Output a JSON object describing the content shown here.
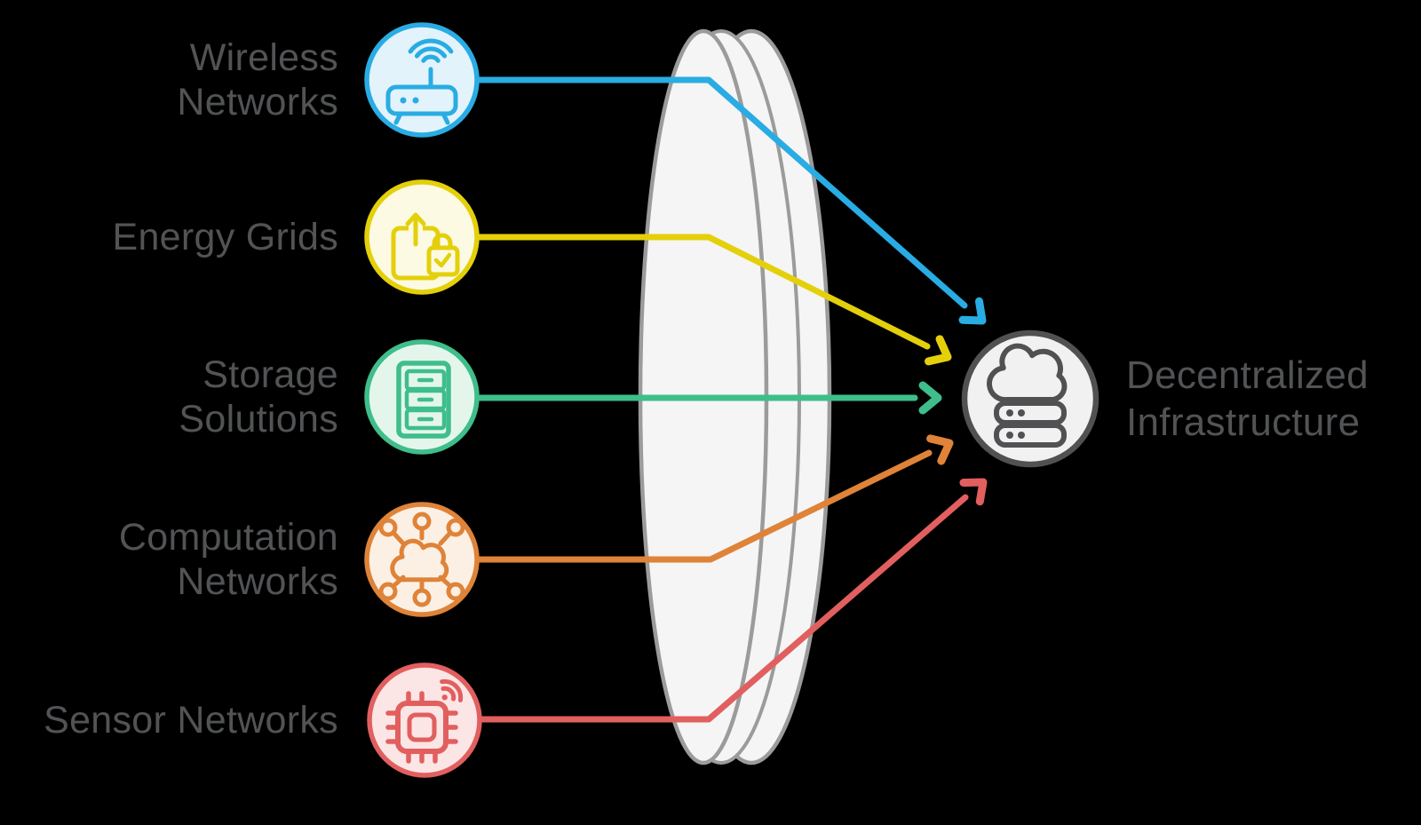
{
  "diagram": {
    "background": "#000000",
    "text_color": "#525355",
    "lens": {
      "fill": "#F5F5F5",
      "stroke": "#9B9B9B"
    },
    "sources": [
      {
        "label": "Wireless Networks",
        "lines": [
          "Wireless",
          "Networks"
        ],
        "icon": "wifi-router-icon",
        "color": "#29ACE3",
        "fill": "#E3F3FB"
      },
      {
        "label": "Energy Grids",
        "lines": [
          "Energy Grids"
        ],
        "icon": "secure-upload-icon",
        "color": "#E4D00A",
        "fill": "#FCFAE3"
      },
      {
        "label": "Storage Solutions",
        "lines": [
          "Storage",
          "Solutions"
        ],
        "icon": "file-cabinet-icon",
        "color": "#3EBE8B",
        "fill": "#E4F6EC"
      },
      {
        "label": "Computation Networks",
        "lines": [
          "Computation",
          "Networks"
        ],
        "icon": "cloud-network-icon",
        "color": "#DF8338",
        "fill": "#FCF0E5"
      },
      {
        "label": "Sensor Networks",
        "lines": [
          "Sensor Networks"
        ],
        "icon": "chip-wifi-icon",
        "color": "#E25F5F",
        "fill": "#FBE5E5"
      }
    ],
    "target": {
      "label": "Decentralized Infrastructure",
      "lines": [
        "Decentralized",
        "Infrastructure"
      ],
      "icon": "cloud-server-icon",
      "color": "#515153",
      "fill": "#F1F1F1"
    }
  }
}
